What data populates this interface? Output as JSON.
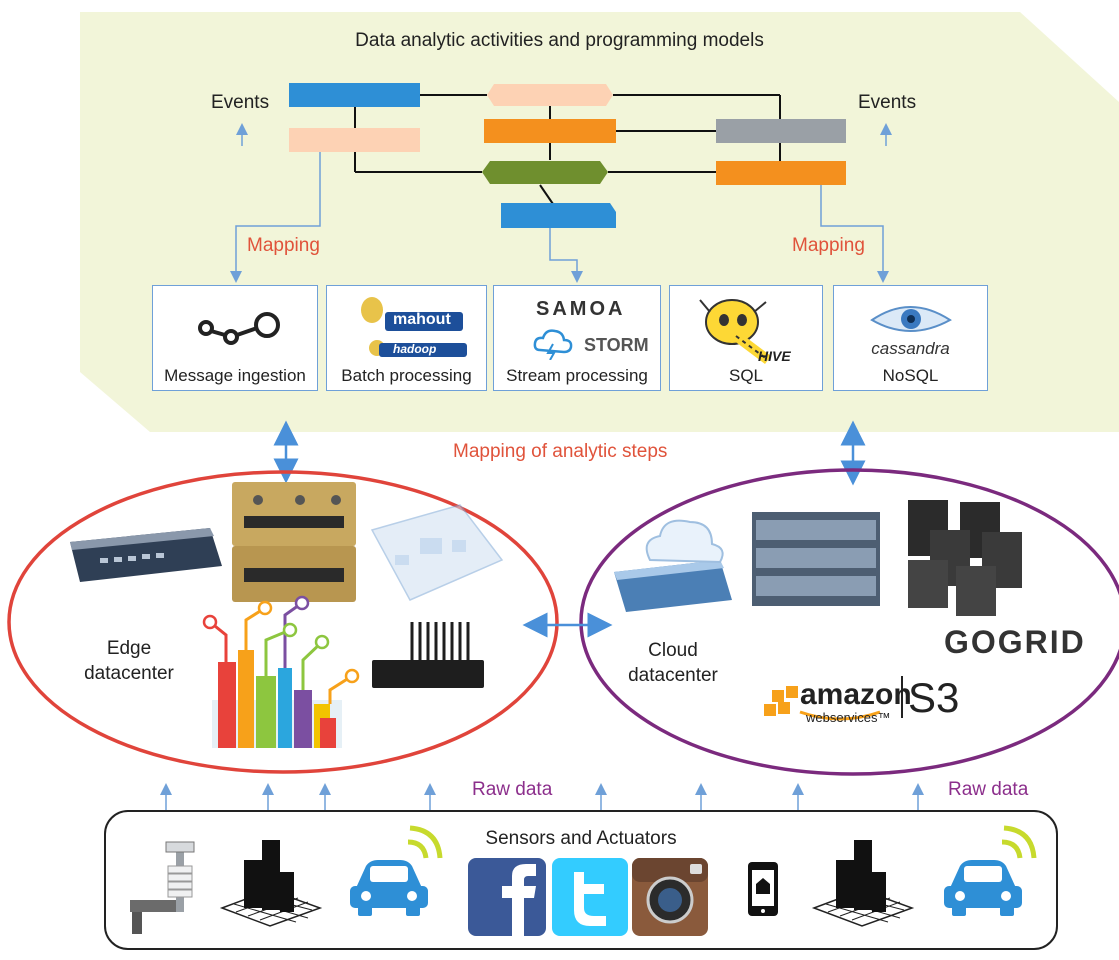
{
  "diagram": {
    "title": "Data analytic activities and programming models",
    "events_left": "Events",
    "events_right": "Events",
    "mapping_left": "Mapping",
    "mapping_right": "Mapping",
    "mapping_analytic_steps": "Mapping of analytic steps",
    "tools": [
      {
        "label": "Message ingestion",
        "logo": "kafka-logo"
      },
      {
        "label": "Batch processing",
        "logo": "mahout-hadoop-logo",
        "logo_text_1": "mahout",
        "logo_text_2": "hadoop"
      },
      {
        "label": "Stream processing",
        "logo": "samoa-storm-logo",
        "logo_text_1": "SAMOA",
        "logo_text_2": "STORM"
      },
      {
        "label": "SQL",
        "logo": "hive-logo",
        "logo_text_1": "HIVE"
      },
      {
        "label": "NoSQL",
        "logo": "cassandra-logo",
        "logo_text_1": "cassandra"
      }
    ],
    "edge": {
      "label_1": "Edge",
      "label_2": "datacenter",
      "color": "#e0443b"
    },
    "cloud": {
      "label_1": "Cloud",
      "label_2": "datacenter",
      "color": "#7b2a7e",
      "gogrid": "GOGRID",
      "amazon_1": "amazon",
      "amazon_2": "webservices",
      "amazon_tm": "™",
      "s3": "S3"
    },
    "raw_data_left": "Raw data",
    "raw_data_right": "Raw data",
    "sensors_title": "Sensors and Actuators",
    "sensor_icons": [
      "weather-station-icon",
      "building-icon",
      "connected-car-icon",
      "facebook-icon",
      "twitter-icon",
      "instagram-icon",
      "smartphone-icon",
      "building-icon",
      "connected-car-icon"
    ],
    "colors": {
      "panel": "#f2f5d9",
      "blue": "#2e8fd6",
      "peach": "#fdd2b4",
      "orange": "#f4901e",
      "grey": "#9aa0a6",
      "olive": "#6f8f2e",
      "arrow": "#6fa0d8"
    }
  }
}
